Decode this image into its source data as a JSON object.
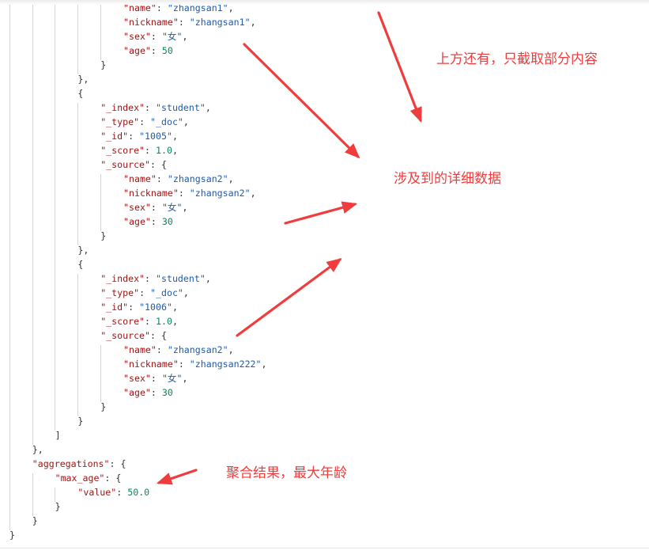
{
  "json_view": {
    "lines": [
      {
        "indent": 5,
        "key": "name",
        "str": "zhangsan1",
        "trail": ","
      },
      {
        "indent": 5,
        "key": "nickname",
        "str": "zhangsan1",
        "trail": ","
      },
      {
        "indent": 5,
        "key": "sex",
        "str": "女",
        "trail": ","
      },
      {
        "indent": 5,
        "key": "age",
        "num": "50",
        "trail": ""
      },
      {
        "indent": 4,
        "punct": "}"
      },
      {
        "indent": 3,
        "punct": "},"
      },
      {
        "indent": 3,
        "punct": "{"
      },
      {
        "indent": 4,
        "key": "_index",
        "str": "student",
        "trail": ","
      },
      {
        "indent": 4,
        "key": "_type",
        "str": "_doc",
        "trail": ","
      },
      {
        "indent": 4,
        "key": "_id",
        "str": "1005",
        "trail": ","
      },
      {
        "indent": 4,
        "key": "_score",
        "num": "1.0",
        "trail": ","
      },
      {
        "indent": 4,
        "key": "_source",
        "open": "{"
      },
      {
        "indent": 5,
        "key": "name",
        "str": "zhangsan2",
        "trail": ","
      },
      {
        "indent": 5,
        "key": "nickname",
        "str": "zhangsan2",
        "trail": ","
      },
      {
        "indent": 5,
        "key": "sex",
        "str": "女",
        "trail": ","
      },
      {
        "indent": 5,
        "key": "age",
        "num": "30",
        "trail": ""
      },
      {
        "indent": 4,
        "punct": "}"
      },
      {
        "indent": 3,
        "punct": "},"
      },
      {
        "indent": 3,
        "punct": "{"
      },
      {
        "indent": 4,
        "key": "_index",
        "str": "student",
        "trail": ","
      },
      {
        "indent": 4,
        "key": "_type",
        "str": "_doc",
        "trail": ","
      },
      {
        "indent": 4,
        "key": "_id",
        "str": "1006",
        "trail": ","
      },
      {
        "indent": 4,
        "key": "_score",
        "num": "1.0",
        "trail": ","
      },
      {
        "indent": 4,
        "key": "_source",
        "open": "{"
      },
      {
        "indent": 5,
        "key": "name",
        "str": "zhangsan2",
        "trail": ","
      },
      {
        "indent": 5,
        "key": "nickname",
        "str": "zhangsan222",
        "trail": ","
      },
      {
        "indent": 5,
        "key": "sex",
        "str": "女",
        "trail": ","
      },
      {
        "indent": 5,
        "key": "age",
        "num": "30",
        "trail": ""
      },
      {
        "indent": 4,
        "punct": "}"
      },
      {
        "indent": 3,
        "punct": "}"
      },
      {
        "indent": 2,
        "punct": "]"
      },
      {
        "indent": 1,
        "punct": "},"
      },
      {
        "indent": 1,
        "key": "aggregations",
        "open": "{"
      },
      {
        "indent": 2,
        "key": "max_age",
        "open": "{"
      },
      {
        "indent": 3,
        "key": "value",
        "num": "50.0",
        "trail": ""
      },
      {
        "indent": 2,
        "punct": "}"
      },
      {
        "indent": 1,
        "punct": "}"
      },
      {
        "indent": 0,
        "punct": "}"
      }
    ]
  },
  "annotations": {
    "note_top": "上方还有，只截取部分内容",
    "note_details": "涉及到的详细数据",
    "note_aggregation": "聚合结果，最大年龄"
  },
  "colors": {
    "key": "#a31515",
    "string": "#1f5ba8",
    "number": "#098658",
    "annotation": "#f03c3c"
  }
}
